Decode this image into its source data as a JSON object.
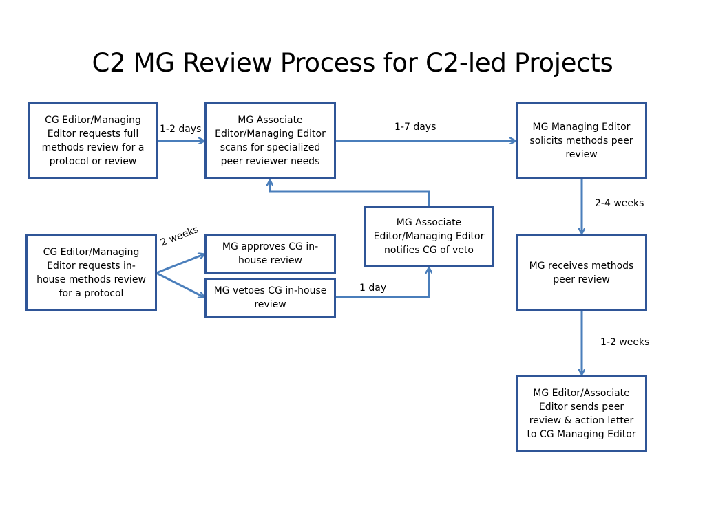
{
  "title": "C2 MG Review Process for C2-led Projects",
  "boxes": {
    "cg_full_request": "CG Editor/Managing Editor requests full methods review for a protocol or review",
    "mg_scans": "MG Associate Editor/Managing Editor scans for specialized peer reviewer needs",
    "mg_solicits": "MG Managing Editor solicits methods peer review",
    "cg_inhouse_request": "CG Editor/Managing Editor requests in-house methods review for a protocol",
    "mg_approves": "MG approves CG in-house review",
    "mg_vetoes": "MG vetoes CG in-house review",
    "mg_notifies": "MG Associate Editor/Managing Editor notifies CG of veto",
    "mg_receives": "MG receives methods peer review",
    "mg_sends": "MG Editor/Associate Editor sends peer review & action letter to CG Managing Editor"
  },
  "labels": {
    "d1_2": "1-2 days",
    "d1_7": "1-7 days",
    "w2_4": "2-4 weeks",
    "w2": "2 weeks",
    "day1": "1 day",
    "w1_2": "1-2 weeks"
  },
  "colors": {
    "box_border": "#2f5597",
    "arrow": "#4a7ebb"
  }
}
